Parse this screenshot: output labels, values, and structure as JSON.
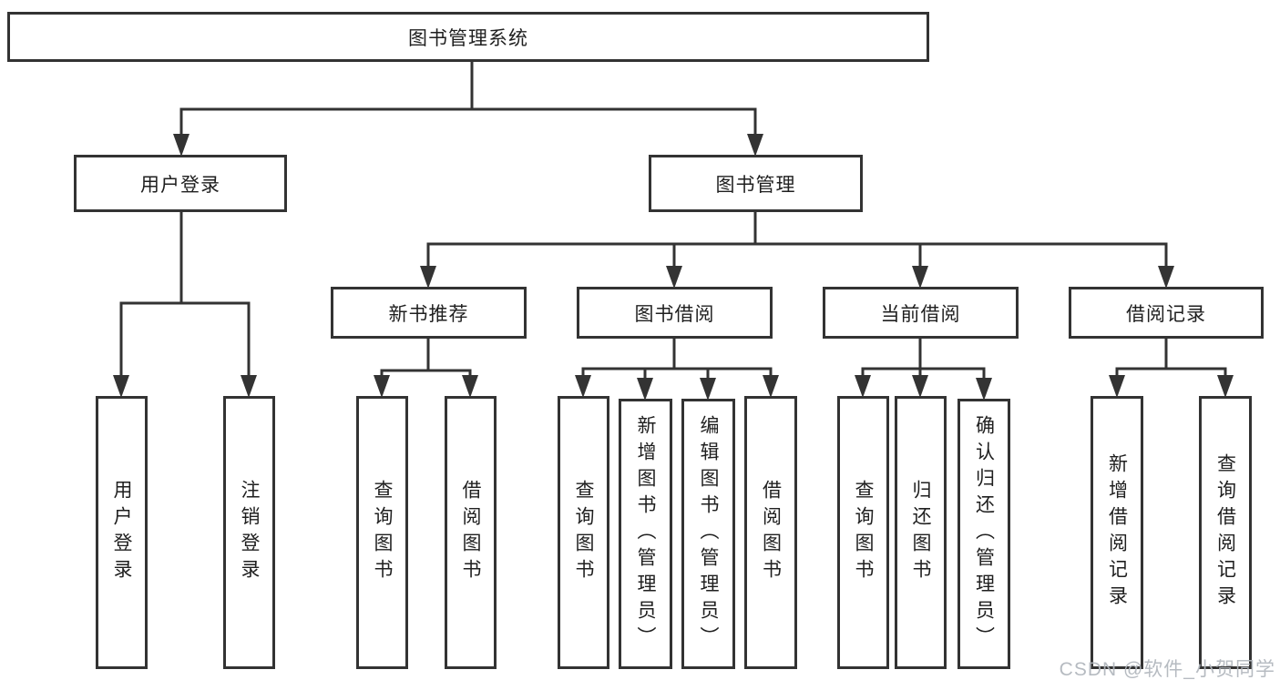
{
  "diagram": {
    "type": "hierarchy-tree",
    "title": "图书管理系统"
  },
  "colors": {
    "line": "#333333",
    "box_border": "#333333",
    "box_fill": "#ffffff",
    "text": "#1f1f1f",
    "background": "#ffffff",
    "watermark_text": "#b0b5bc"
  },
  "nodes": [
    {
      "id": "root",
      "label": "图书管理系统",
      "level": 0,
      "parent": null,
      "orientation": "horizontal"
    },
    {
      "id": "user-login",
      "label": "用户登录",
      "level": 1,
      "parent": "root",
      "orientation": "horizontal"
    },
    {
      "id": "book-management",
      "label": "图书管理",
      "level": 1,
      "parent": "root",
      "orientation": "horizontal"
    },
    {
      "id": "new-book-recommend",
      "label": "新书推荐",
      "level": 2,
      "parent": "book-management",
      "orientation": "horizontal"
    },
    {
      "id": "book-borrow",
      "label": "图书借阅",
      "level": 2,
      "parent": "book-management",
      "orientation": "horizontal"
    },
    {
      "id": "current-borrow",
      "label": "当前借阅",
      "level": 2,
      "parent": "book-management",
      "orientation": "horizontal"
    },
    {
      "id": "borrow-records",
      "label": "借阅记录",
      "level": 2,
      "parent": "book-management",
      "orientation": "horizontal"
    },
    {
      "id": "leaf-user-login",
      "label": "用户登录",
      "level": 3,
      "parent": "user-login",
      "orientation": "vertical"
    },
    {
      "id": "leaf-logout",
      "label": "注销登录",
      "level": 3,
      "parent": "user-login",
      "orientation": "vertical"
    },
    {
      "id": "leaf-query-book-1",
      "label": "查询图书",
      "level": 3,
      "parent": "new-book-recommend",
      "orientation": "vertical"
    },
    {
      "id": "leaf-borrow-book-1",
      "label": "借阅图书",
      "level": 3,
      "parent": "new-book-recommend",
      "orientation": "vertical"
    },
    {
      "id": "leaf-query-book-2",
      "label": "查询图书",
      "level": 3,
      "parent": "book-borrow",
      "orientation": "vertical"
    },
    {
      "id": "leaf-add-book",
      "label": "新增图书（管理员）",
      "level": 3,
      "parent": "book-borrow",
      "orientation": "vertical"
    },
    {
      "id": "leaf-edit-book",
      "label": "编辑图书（管理员）",
      "level": 3,
      "parent": "book-borrow",
      "orientation": "vertical"
    },
    {
      "id": "leaf-borrow-book-2",
      "label": "借阅图书",
      "level": 3,
      "parent": "book-borrow",
      "orientation": "vertical"
    },
    {
      "id": "leaf-query-book-3",
      "label": "查询图书",
      "level": 3,
      "parent": "current-borrow",
      "orientation": "vertical"
    },
    {
      "id": "leaf-return-book",
      "label": "归还图书",
      "level": 3,
      "parent": "current-borrow",
      "orientation": "vertical"
    },
    {
      "id": "leaf-confirm-return",
      "label": "确认归还（管理员）",
      "level": 3,
      "parent": "current-borrow",
      "orientation": "vertical"
    },
    {
      "id": "leaf-add-borrow-record",
      "label": "新增借阅记录",
      "level": 3,
      "parent": "borrow-records",
      "orientation": "vertical"
    },
    {
      "id": "leaf-query-borrow-record",
      "label": "查询借阅记录",
      "level": 3,
      "parent": "borrow-records",
      "orientation": "vertical"
    }
  ],
  "watermark": {
    "text": "CSDN @软件_小贺同学"
  }
}
